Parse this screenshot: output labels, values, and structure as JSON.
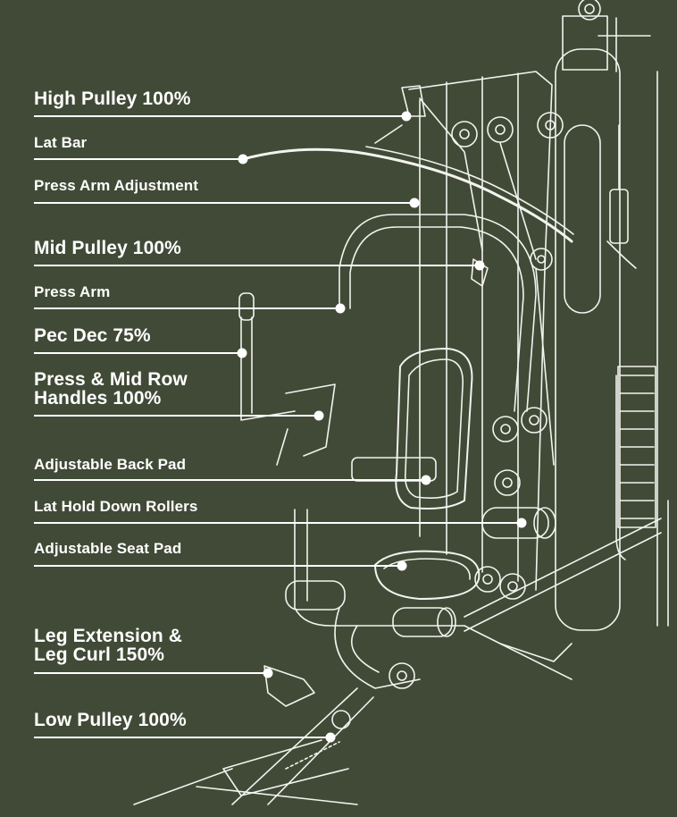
{
  "callouts": [
    {
      "text": "High Pulley 100%"
    },
    {
      "text": "Lat Bar"
    },
    {
      "text": "Press Arm Adjustment"
    },
    {
      "text": "Mid Pulley 100%"
    },
    {
      "text": "Press Arm"
    },
    {
      "text": "Pec Dec 75%"
    },
    {
      "text": "Press & Mid Row\nHandles 100%"
    },
    {
      "text": "Adjustable Back Pad"
    },
    {
      "text": "Lat Hold Down Rollers"
    },
    {
      "text": "Adjustable Seat Pad"
    },
    {
      "text": "Leg Extension &\nLeg Curl 150%"
    },
    {
      "text": "Low Pulley 100%"
    }
  ],
  "colors": {
    "background": "#414a37",
    "label": "#ffffff",
    "line": "#ffffff",
    "machine_stroke": "#f2f3ee"
  }
}
